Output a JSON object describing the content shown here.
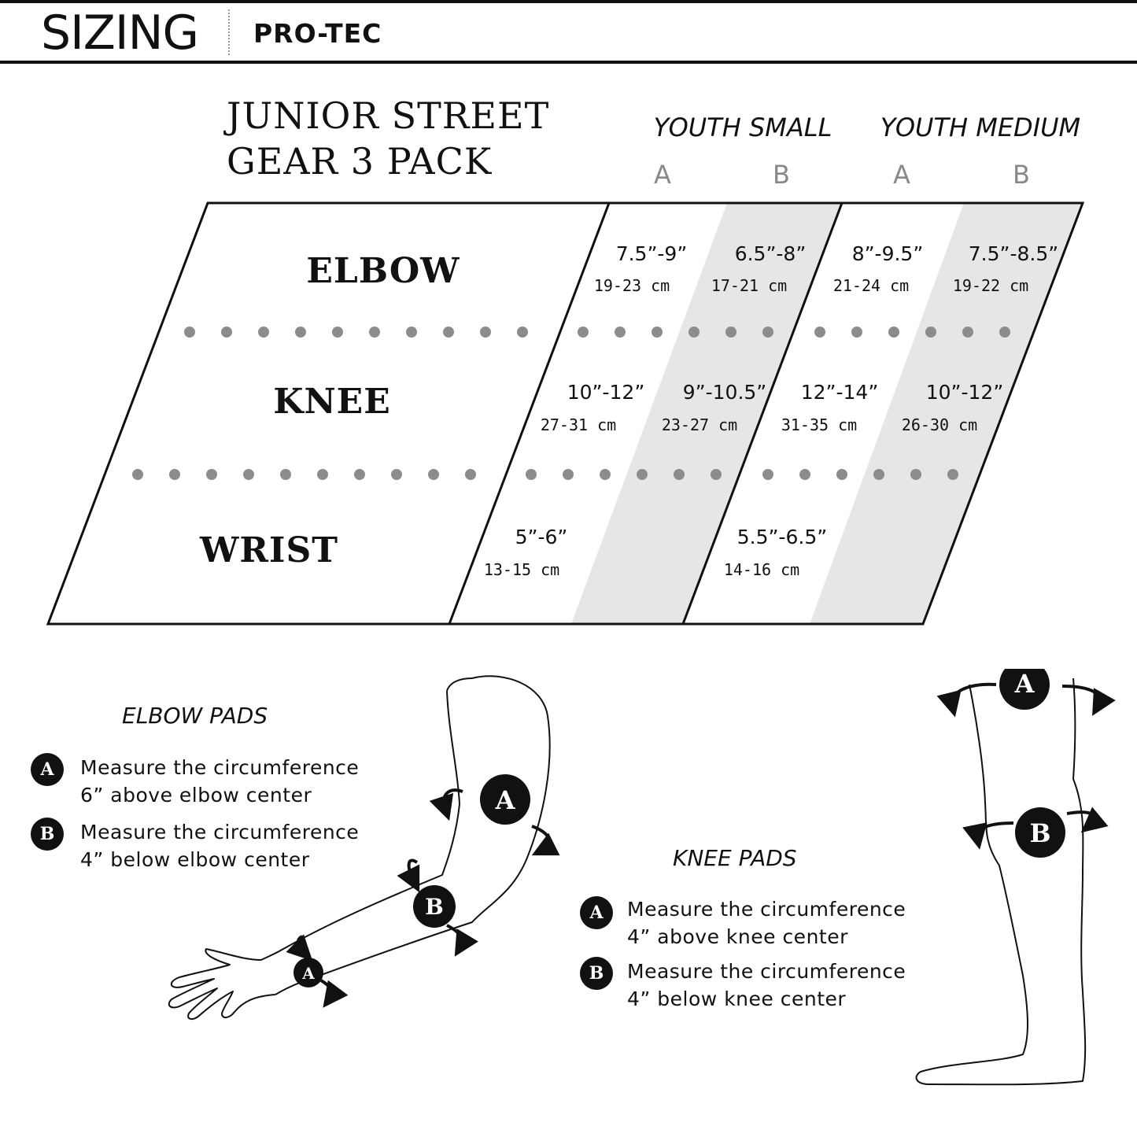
{
  "header": {
    "title": "SIZING",
    "brand": "PRO-TEC"
  },
  "product": {
    "line1": "JUNIOR STREET",
    "line2": "GEAR 3 PACK"
  },
  "sizes": [
    {
      "name": "YOUTH SMALL",
      "a": "A",
      "b": "B"
    },
    {
      "name": "YOUTH MEDIUM",
      "a": "A",
      "b": "B"
    }
  ],
  "rows": {
    "elbow": {
      "label": "ELBOW",
      "cells": [
        {
          "in": "7.5”-9”",
          "cm": "19-23 cm"
        },
        {
          "in": "6.5”-8”",
          "cm": "17-21 cm"
        },
        {
          "in": "8”-9.5”",
          "cm": "21-24 cm"
        },
        {
          "in": "7.5”-8.5”",
          "cm": "19-22 cm"
        }
      ]
    },
    "knee": {
      "label": "KNEE",
      "cells": [
        {
          "in": "10”-12”",
          "cm": "27-31 cm"
        },
        {
          "in": "9”-10.5”",
          "cm": "23-27 cm"
        },
        {
          "in": "12”-14”",
          "cm": "31-35 cm"
        },
        {
          "in": "10”-12”",
          "cm": "26-30 cm"
        }
      ]
    },
    "wrist": {
      "label": "WRIST",
      "cells": [
        {
          "in": "5”-6”",
          "cm": "13-15 cm"
        },
        {
          "in": "5.5”-6.5”",
          "cm": "14-16 cm"
        }
      ]
    }
  },
  "elbow_pads": {
    "title": "ELBOW PADS",
    "a": {
      "badge": "A",
      "line1": "Measure the circumference",
      "line2": "6” above elbow center"
    },
    "b": {
      "badge": "B",
      "line1": "Measure the circumference",
      "line2": "4” below elbow center"
    }
  },
  "knee_pads": {
    "title": "KNEE PADS",
    "a": {
      "badge": "A",
      "line1": "Measure the circumference",
      "line2": "4” above knee center"
    },
    "b": {
      "badge": "B",
      "line1": "Measure the circumference",
      "line2": "4” below knee center"
    }
  },
  "diagram_markers": {
    "arm_a": "A",
    "arm_b": "B",
    "wrist_a": "A",
    "leg_a": "A",
    "leg_b": "B"
  },
  "colors": {
    "ink": "#111111",
    "shade": "#e6e6e6",
    "dot": "#8c8c8c",
    "muted": "#888888"
  }
}
